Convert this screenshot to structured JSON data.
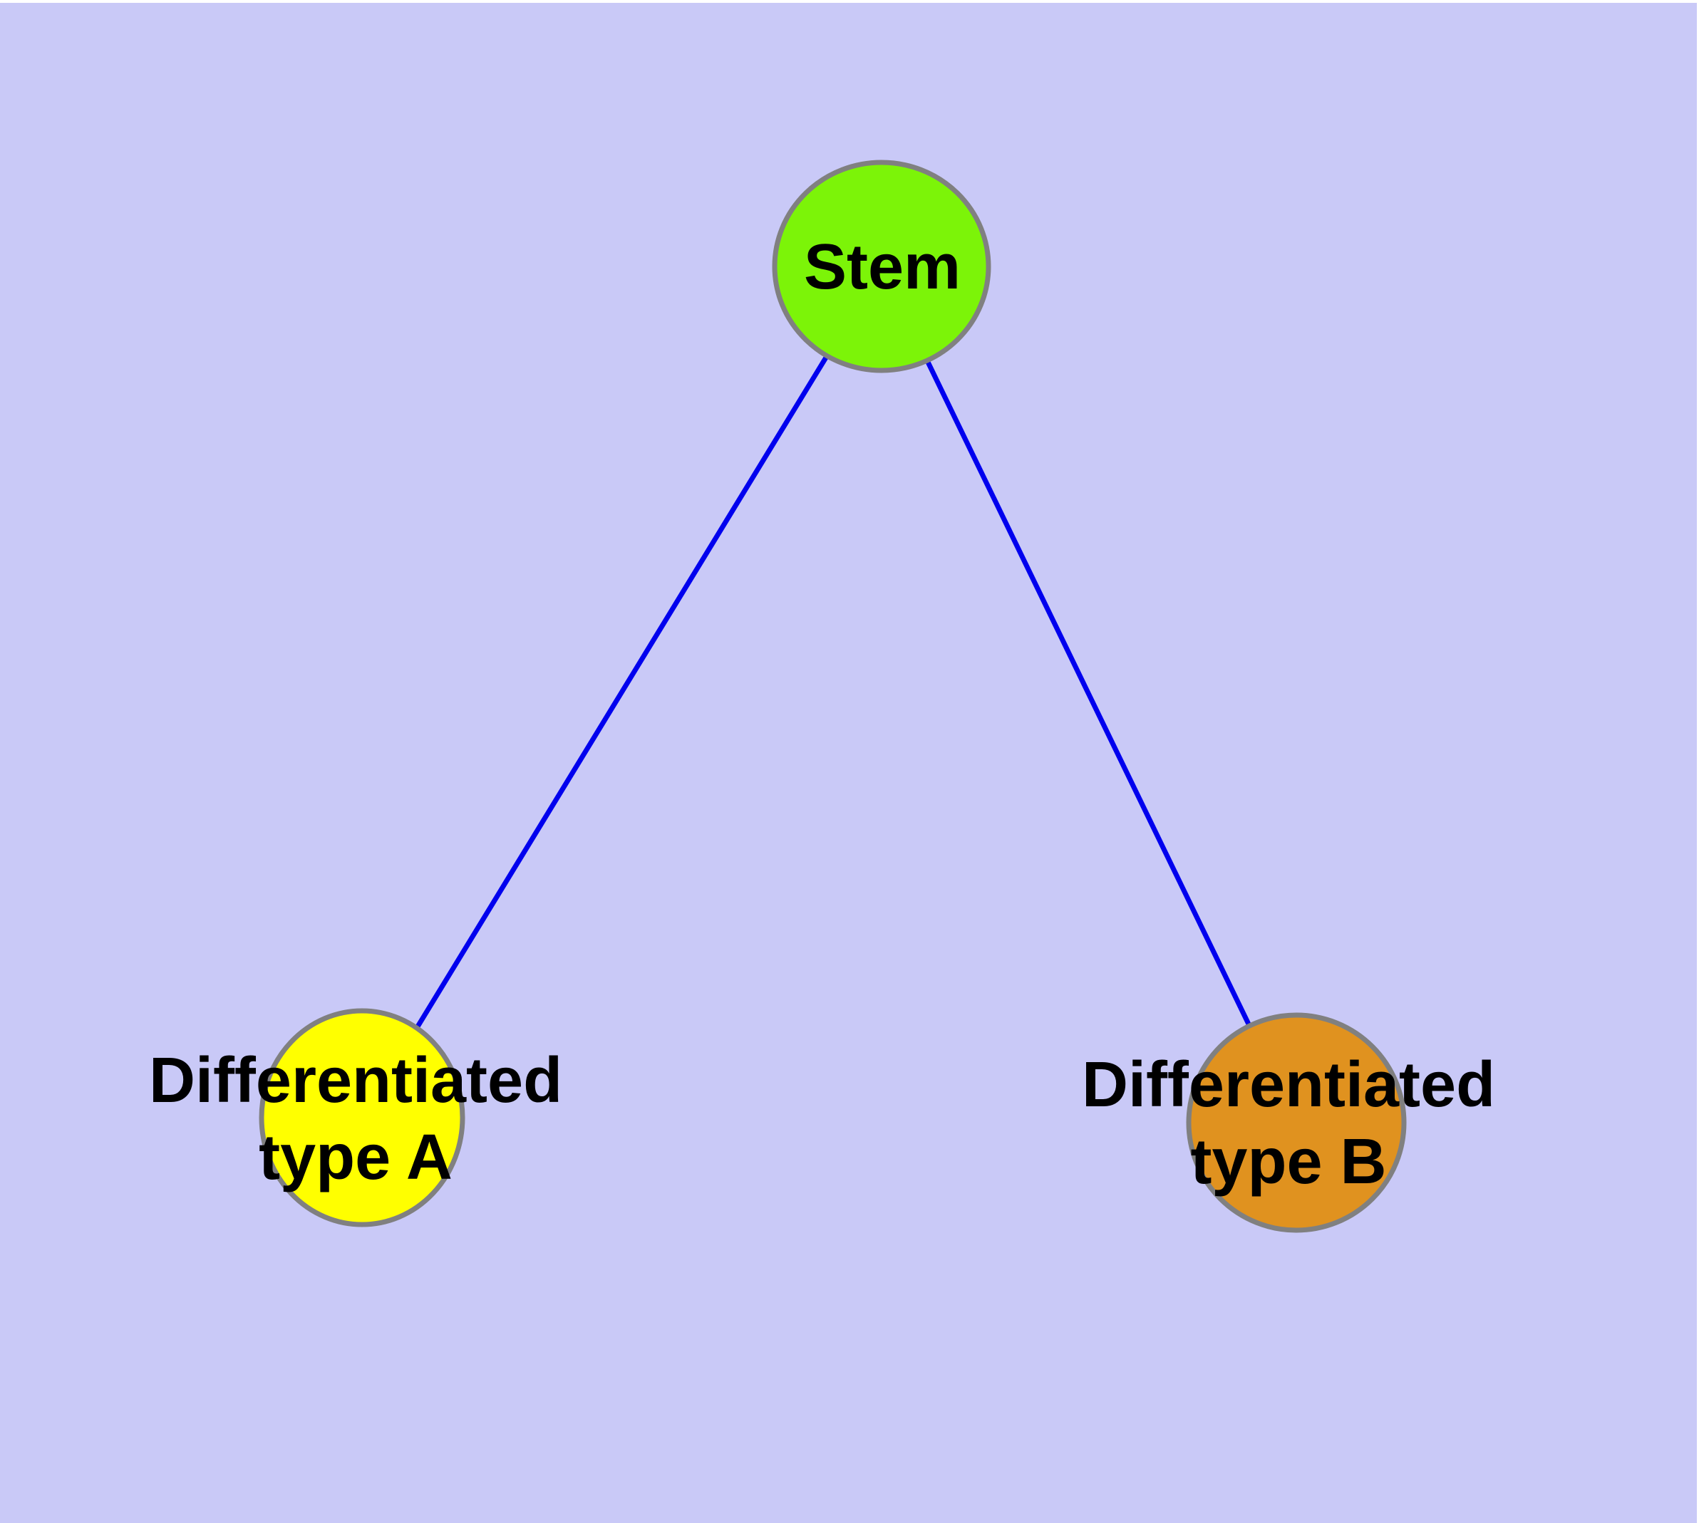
{
  "canvas": {
    "background_color": "#C9C9F7",
    "edge_color": "#0000EE",
    "node_border_color": "#808080",
    "label_color": "#000000"
  },
  "nodes": [
    {
      "id": "stem",
      "label": "Stem",
      "line1": "Stem",
      "line2": "",
      "color": "#7CF408"
    },
    {
      "id": "diff-a",
      "label": "Differentiated type A",
      "line1": "Differentiated",
      "line2": "type A",
      "color": "#FFFF00"
    },
    {
      "id": "diff-b",
      "label": "Differentiated type B",
      "line1": "Differentiated",
      "line2": "type B",
      "color": "#E0921F"
    }
  ],
  "edges": [
    {
      "from": "stem",
      "to": "diff-a"
    },
    {
      "from": "stem",
      "to": "diff-b"
    }
  ]
}
